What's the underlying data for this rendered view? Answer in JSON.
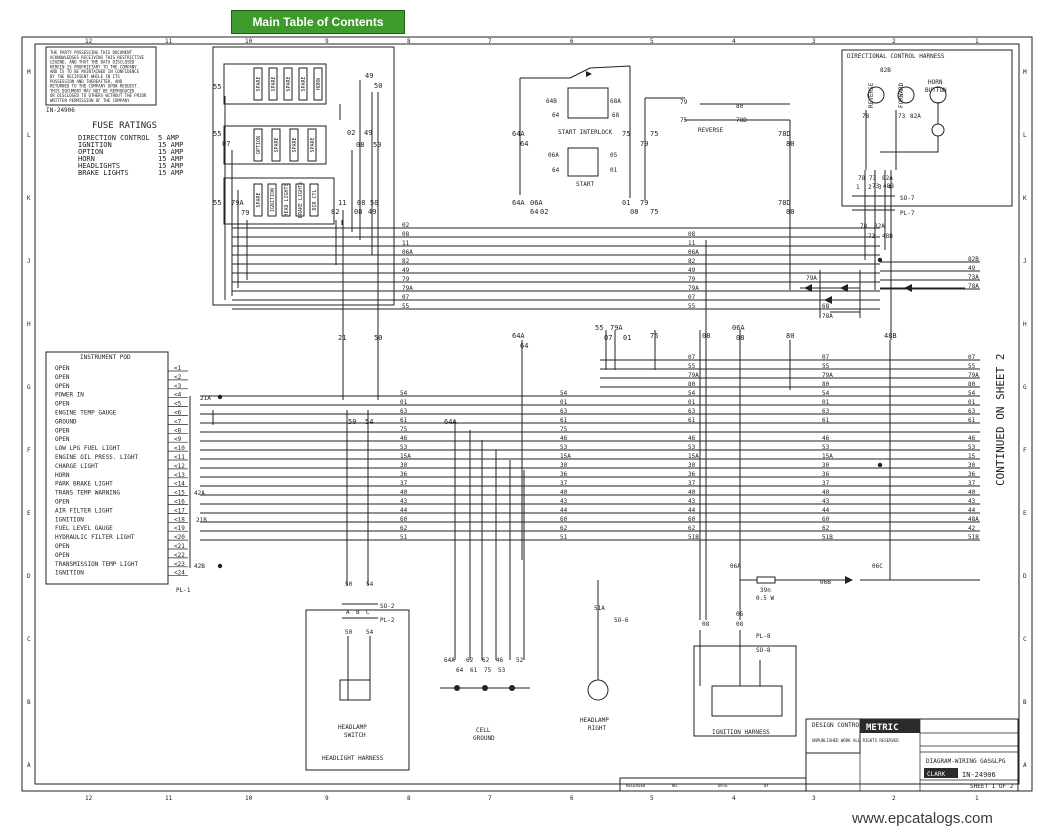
{
  "toc_button": "Main Table of Contents",
  "grid_top": [
    "12",
    "11",
    "10",
    "9",
    "8",
    "7",
    "6",
    "5",
    "4",
    "3",
    "2",
    "1"
  ],
  "grid_bottom": [
    "12",
    "11",
    "10",
    "9",
    "8",
    "7",
    "6",
    "5",
    "4",
    "3",
    "2",
    "1"
  ],
  "grid_rows": [
    "M",
    "L",
    "K",
    "J",
    "H",
    "G",
    "F",
    "E",
    "D",
    "C",
    "B",
    "A"
  ],
  "notice": [
    "THE PARTY POSSESSING THIS DOCUMENT",
    "ACKNOWLEDGES RECEIVING THIS RESTRICTIVE",
    "LEGEND, AND THAT THE DATA DISCLOSED",
    "HEREIN IS PROPRIETARY TO THE COMPANY",
    "AND IS TO BE MAINTAINED IN CONFIDENCE",
    "BY THE RECIPIENT WHILE IN ITS",
    "POSSESSION AND THEREAFTER, AND",
    "RETURNED TO THE COMPANY UPON REQUEST.",
    "THIS DOCUMENT MAY NOT BE REPRODUCED",
    "OR DISCLOSED TO OTHERS WITHOUT THE PRIOR",
    "WRITTEN PERMISSION OF THE COMPANY"
  ],
  "doc_id_small": "IN-24906",
  "fuse": {
    "title": "FUSE RATINGS",
    "rows": [
      {
        "name": "DIRECTION CONTROL",
        "val": "5 AMP"
      },
      {
        "name": "IGNITION",
        "val": "15 AMP"
      },
      {
        "name": "OPTION",
        "val": "15 AMP"
      },
      {
        "name": "HORN",
        "val": "15 AMP"
      },
      {
        "name": "HEADLIGHTS",
        "val": "15 AMP"
      },
      {
        "name": "BRAKE LIGHTS",
        "val": "15 AMP"
      }
    ]
  },
  "fuse_block": {
    "upper": [
      "SPARE",
      "SPARE",
      "SPARE",
      "SPARE",
      "HORN"
    ],
    "middle": [
      "OPTION",
      "SPARE",
      "SPARE",
      "SPARE"
    ],
    "lower": [
      "SPARE",
      "IGNITION",
      "HEAD LIGHTS",
      "BRAKE LIGHTS",
      "DIR CTL"
    ]
  },
  "pod": {
    "title": "INSTRUMENT POD",
    "rows": [
      "OPEN",
      "OPEN",
      "OPEN",
      "POWER IN",
      "OPEN",
      "ENGINE TEMP  GAUGE",
      "GROUND",
      "OPEN",
      "OPEN",
      "LOW LPG FUEL LIGHT",
      "ENGINE OIL PRESS.  LIGHT",
      "CHARGE LIGHT",
      "HORN",
      "PARK BRAKE LIGHT",
      "TRANS  TEMP  WARNING",
      "OPEN",
      "AIR FILTER LIGHT",
      "IGNITION",
      "FUEL LEVEL GAUGE",
      "HYDRAULIC FILTER LIGHT",
      "OPEN",
      "OPEN",
      "TRANSMISSION TEMP  LIGHT",
      "IGNITION"
    ],
    "pins": [
      "1",
      "2",
      "3",
      "4",
      "5",
      "6",
      "7",
      "8",
      "9",
      "10",
      "11",
      "12",
      "13",
      "14",
      "15",
      "16",
      "17",
      "18",
      "19",
      "20",
      "21",
      "22",
      "23",
      "24"
    ],
    "connector": "PL-1"
  },
  "start_interlock": "START INTERLOCK",
  "start": "START",
  "reverse": "REVERSE",
  "directional": {
    "title": "DIRECTIONAL CONTROL HARNESS",
    "reverse": "REVERSE",
    "forward": "FORWARD",
    "horn": "HORN BUTTON",
    "so": "SO-7",
    "pl": "PL-7"
  },
  "bus": [
    {
      "l": "02",
      "r": ""
    },
    {
      "l": "08",
      "r": "08"
    },
    {
      "l": "11",
      "r": "11"
    },
    {
      "l": "06A",
      "r": "06A"
    },
    {
      "l": "82",
      "r": "82"
    },
    {
      "l": "49",
      "r": "49"
    },
    {
      "l": "79",
      "r": "79"
    },
    {
      "l": "79A",
      "r": "79A"
    },
    {
      "l": "07",
      "r": "07"
    },
    {
      "l": "55",
      "r": "55"
    }
  ],
  "right_bus_labels": [
    "82B",
    "49",
    "73A",
    "78A"
  ],
  "main_wires": [
    {
      "mid": "",
      "right": "07",
      "end": "07"
    },
    {
      "mid": "",
      "right": "55",
      "end": "55"
    },
    {
      "mid": "",
      "right": "79A",
      "end": "79A"
    },
    {
      "mid": "",
      "right": "80",
      "end": "80"
    },
    {
      "mid": "54",
      "right": "54",
      "end": "54"
    },
    {
      "mid": "01",
      "right": "01",
      "end": "01"
    },
    {
      "mid": "63",
      "right": "63",
      "end": "63"
    },
    {
      "mid": "61",
      "right": "61",
      "end": "61"
    },
    {
      "mid": "75",
      "right": "",
      "end": ""
    },
    {
      "mid": "46",
      "right": "46",
      "end": "46"
    },
    {
      "mid": "53",
      "right": "53",
      "end": "53"
    },
    {
      "mid": "15A",
      "right": "15A",
      "end": "15"
    },
    {
      "mid": "30",
      "right": "30",
      "end": "30"
    },
    {
      "mid": "36",
      "right": "36",
      "end": "36"
    },
    {
      "mid": "37",
      "right": "37",
      "end": "37"
    },
    {
      "mid": "40",
      "right": "40",
      "end": "40"
    },
    {
      "mid": "43",
      "right": "43",
      "end": "43"
    },
    {
      "mid": "44",
      "right": "44",
      "end": "44"
    },
    {
      "mid": "60",
      "right": "60",
      "end": "48A"
    },
    {
      "mid": "62",
      "right": "62",
      "end": "42"
    },
    {
      "mid": "51",
      "right": "51B",
      "end": "51B"
    }
  ],
  "continued": "CONTINUED ON SHEET 2",
  "headlight_harness": "HEADLIGHT HARNESS",
  "headlamp_switch": "HEADLAMP SWITCH",
  "so2": "SO-2",
  "pl2": "PL-2",
  "cell_ground": "CELL GROUND",
  "headlamp_right": "HEADLAMP RIGHT",
  "so6": "SO-6",
  "ignition_harness": "IGNITION HARNESS",
  "so8": "SO-8",
  "pl8": "PL-8",
  "resistor": {
    "val": "39n",
    "power": "0.5 W"
  },
  "title_block": {
    "design_control": "DESIGN CONTROL",
    "brand": "METRIC",
    "unpub": "UNPUBLISHED WORK ALL RIGHTS RESERVED",
    "drawing": "DIAGRAM-WIRING GAS&LPG",
    "number": "IN-24906",
    "clark": "CLARK",
    "sheet": "SHEET 1 OF 2",
    "rev_cols": [
      "RELEASED",
      "NO.",
      "DATE",
      "BY"
    ]
  },
  "footer": "www.epcatalogs.com"
}
